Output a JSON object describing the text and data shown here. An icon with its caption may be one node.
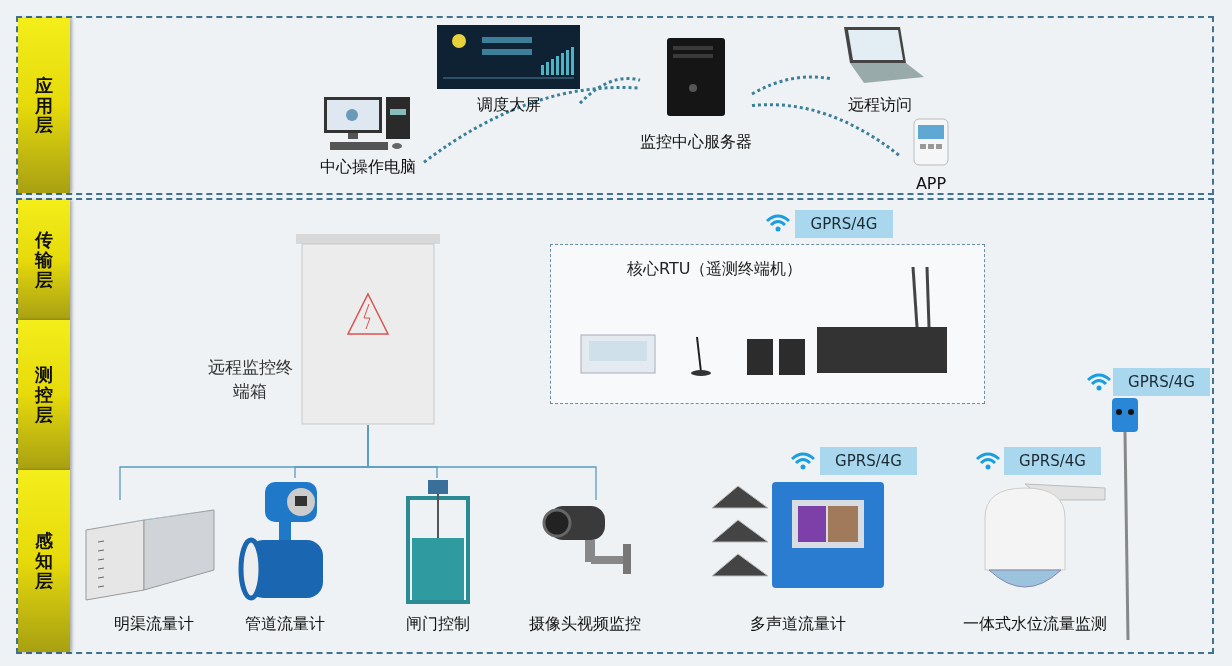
{
  "diagram": {
    "nodes": [
      {
        "text": [
          "应用层"
        ]
      },
      {
        "text": [
          "传输层"
        ]
      },
      {
        "text": [
          "测控层"
        ]
      },
      {
        "text": [
          "感知层"
        ]
      },
      {
        "text": [
          "中心操作电脑"
        ]
      },
      {
        "text": [
          "调度大屏"
        ]
      },
      {
        "text": [
          "监控中心服务器"
        ]
      },
      {
        "text": [
          "远程访问"
        ]
      },
      {
        "text": [
          "APP"
        ]
      },
      {
        "text": [
          "远程监控终端箱"
        ]
      },
      {
        "text": [
          "核心RTU（遥测终端机）"
        ]
      },
      {
        "text": [
          "GPRS/4G"
        ]
      },
      {
        "text": [
          "明渠流量计"
        ]
      },
      {
        "text": [
          "管道流量计"
        ]
      },
      {
        "text": [
          "闸门控制"
        ]
      },
      {
        "text": [
          "摄像头视频监控"
        ]
      },
      {
        "text": [
          "多声道流量计"
        ]
      },
      {
        "text": [
          "GPRS/4G"
        ]
      },
      {
        "text": [
          "一体式水位流量监测"
        ]
      },
      {
        "text": [
          "GPRS/4G"
        ]
      },
      {
        "text": [
          "GPRS/4G"
        ]
      }
    ],
    "edges": [
      {
        "from": 4,
        "to": 6,
        "arrow": "none",
        "style": "dashed"
      },
      {
        "from": 5,
        "to": 6,
        "arrow": "none",
        "style": "dashed"
      },
      {
        "from": 6,
        "to": 7,
        "arrow": "none",
        "style": "dashed"
      },
      {
        "from": 6,
        "to": 8,
        "arrow": "none",
        "style": "dashed"
      },
      {
        "from": 9,
        "to": 12,
        "arrow": "none"
      },
      {
        "from": 9,
        "to": 13,
        "arrow": "none"
      },
      {
        "from": 9,
        "to": 14,
        "arrow": "none"
      },
      {
        "from": 9,
        "to": 15,
        "arrow": "none"
      }
    ]
  }
}
